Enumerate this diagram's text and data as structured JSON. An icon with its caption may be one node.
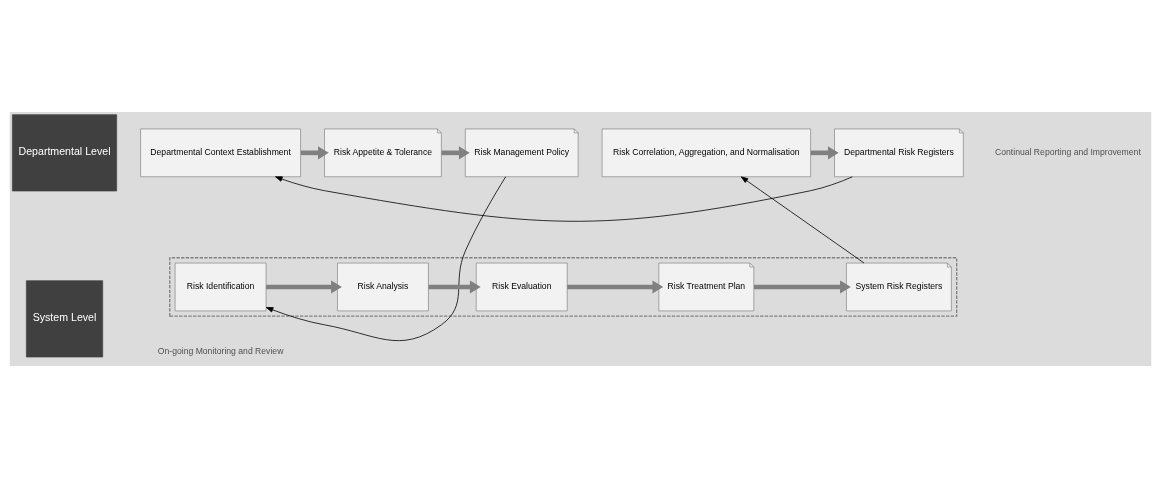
{
  "diagram": {
    "nodes": [
      {
        "text": [
          "Departmental Level"
        ]
      },
      {
        "text": [
          "System Level"
        ]
      },
      {
        "text": [
          "Departmental Context Establishment"
        ]
      },
      {
        "text": [
          "Risk Appetite & Tolerance"
        ]
      },
      {
        "text": [
          "Risk Management Policy"
        ]
      },
      {
        "text": [
          "Risk Correlation, Aggregation, and Normalisation"
        ]
      },
      {
        "text": [
          "Departmental Risk Registers"
        ]
      },
      {
        "text": [],
        "shape": "box"
      },
      {
        "text": [
          "Risk Identification"
        ],
        "in": 7
      },
      {
        "text": [
          "Risk Analysis"
        ],
        "in": 7
      },
      {
        "text": [
          "Risk Evaluation"
        ],
        "in": 7
      },
      {
        "text": [
          "Risk Treatment Plan"
        ],
        "in": 7
      },
      {
        "text": [
          "System Risk Registers"
        ],
        "in": 7
      }
    ],
    "edges": [
      {
        "from": 2,
        "to": 3,
        "arrow": "to"
      },
      {
        "from": 3,
        "to": 4,
        "arrow": "to"
      },
      {
        "from": 4,
        "to": 8,
        "arrow": "to",
        "color": "#000000"
      },
      {
        "from": 5,
        "to": 6,
        "arrow": "to"
      },
      {
        "from": 6,
        "to": 2,
        "arrow": "to",
        "color": "#000000"
      },
      {
        "from": 8,
        "to": 9,
        "arrow": "to"
      },
      {
        "from": 9,
        "to": 10,
        "arrow": "to"
      },
      {
        "from": 10,
        "to": 11,
        "arrow": "to"
      },
      {
        "from": 11,
        "to": 12,
        "arrow": "to"
      },
      {
        "from": 12,
        "to": 5,
        "arrow": "to",
        "color": "#000000"
      }
    ],
    "labels": [
      "Continual Reporting and Improvement",
      "On-going Monitoring and Review"
    ]
  }
}
